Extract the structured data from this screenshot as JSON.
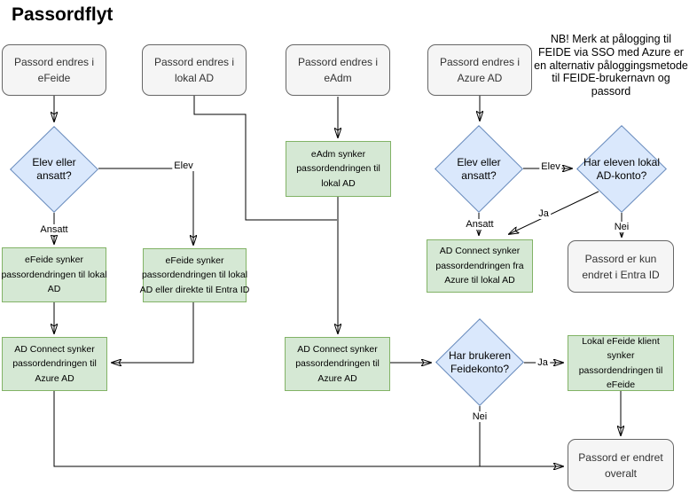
{
  "title": "Passordflyt",
  "note": "NB! Merk at pålogging til\nFEIDE via SSO med Azure er\nen alternativ påloggingsmetode\ntil FEIDE-brukernavn og\npassord",
  "colors": {
    "terminal_fill": "#f5f5f5",
    "terminal_border": "#666666",
    "process_fill": "#d5e8d4",
    "process_border": "#82b366",
    "decision_fill": "#dae8fc",
    "decision_border": "#6c8ebf",
    "connector": "#000000",
    "text": "#000000"
  },
  "nodes": {
    "start_efeide": "Passord endres i\neFeide",
    "start_lokal_ad": "Passord endres i\nlokal AD",
    "start_eadm": "Passord endres i\neAdm",
    "start_azure_ad": "Passord endres i\nAzure AD",
    "decision_elev_ansatt_1": "Elev eller\nansatt?",
    "decision_elev_ansatt_2": "Elev eller\nansatt?",
    "decision_ad_konto": "Har eleven lokal\nAD-konto?",
    "decision_feidekonto": "Har brukeren\nFeidekonto?",
    "proc_efeide_lokal": "eFeide synker\npassordendringen til lokal\nAD",
    "proc_efeide_entra": "eFeide synker\npassordendringen til lokal\nAD eller direkte til Entra ID",
    "proc_eadm": "eAdm synker\npassordendringen til\nlokal AD",
    "proc_adconnect_left": "AD Connect synker\npassordendringen til\nAzure AD",
    "proc_adconnect_mid": "AD Connect synker\npassordendringen til\nAzure AD",
    "proc_adconnect_azure": "AD Connect synker\npassordendringen fra\nAzure til lokal AD",
    "proc_lokal_klient": "Lokal eFeide klient\nsynker\npassordendringen til\neFeide",
    "end_entra": "Passord er kun\nendret i Entra ID",
    "end_overalt": "Passord er endret\noveralt"
  },
  "edge_labels": {
    "left_elev": "Elev",
    "left_ansatt": "Ansatt",
    "right_elev": "Elev",
    "right_ansatt": "Ansatt",
    "adkonto_ja": "Ja",
    "adkonto_nei": "Nei",
    "feidekonto_ja": "Ja",
    "feidekonto_nei": "Nei"
  }
}
